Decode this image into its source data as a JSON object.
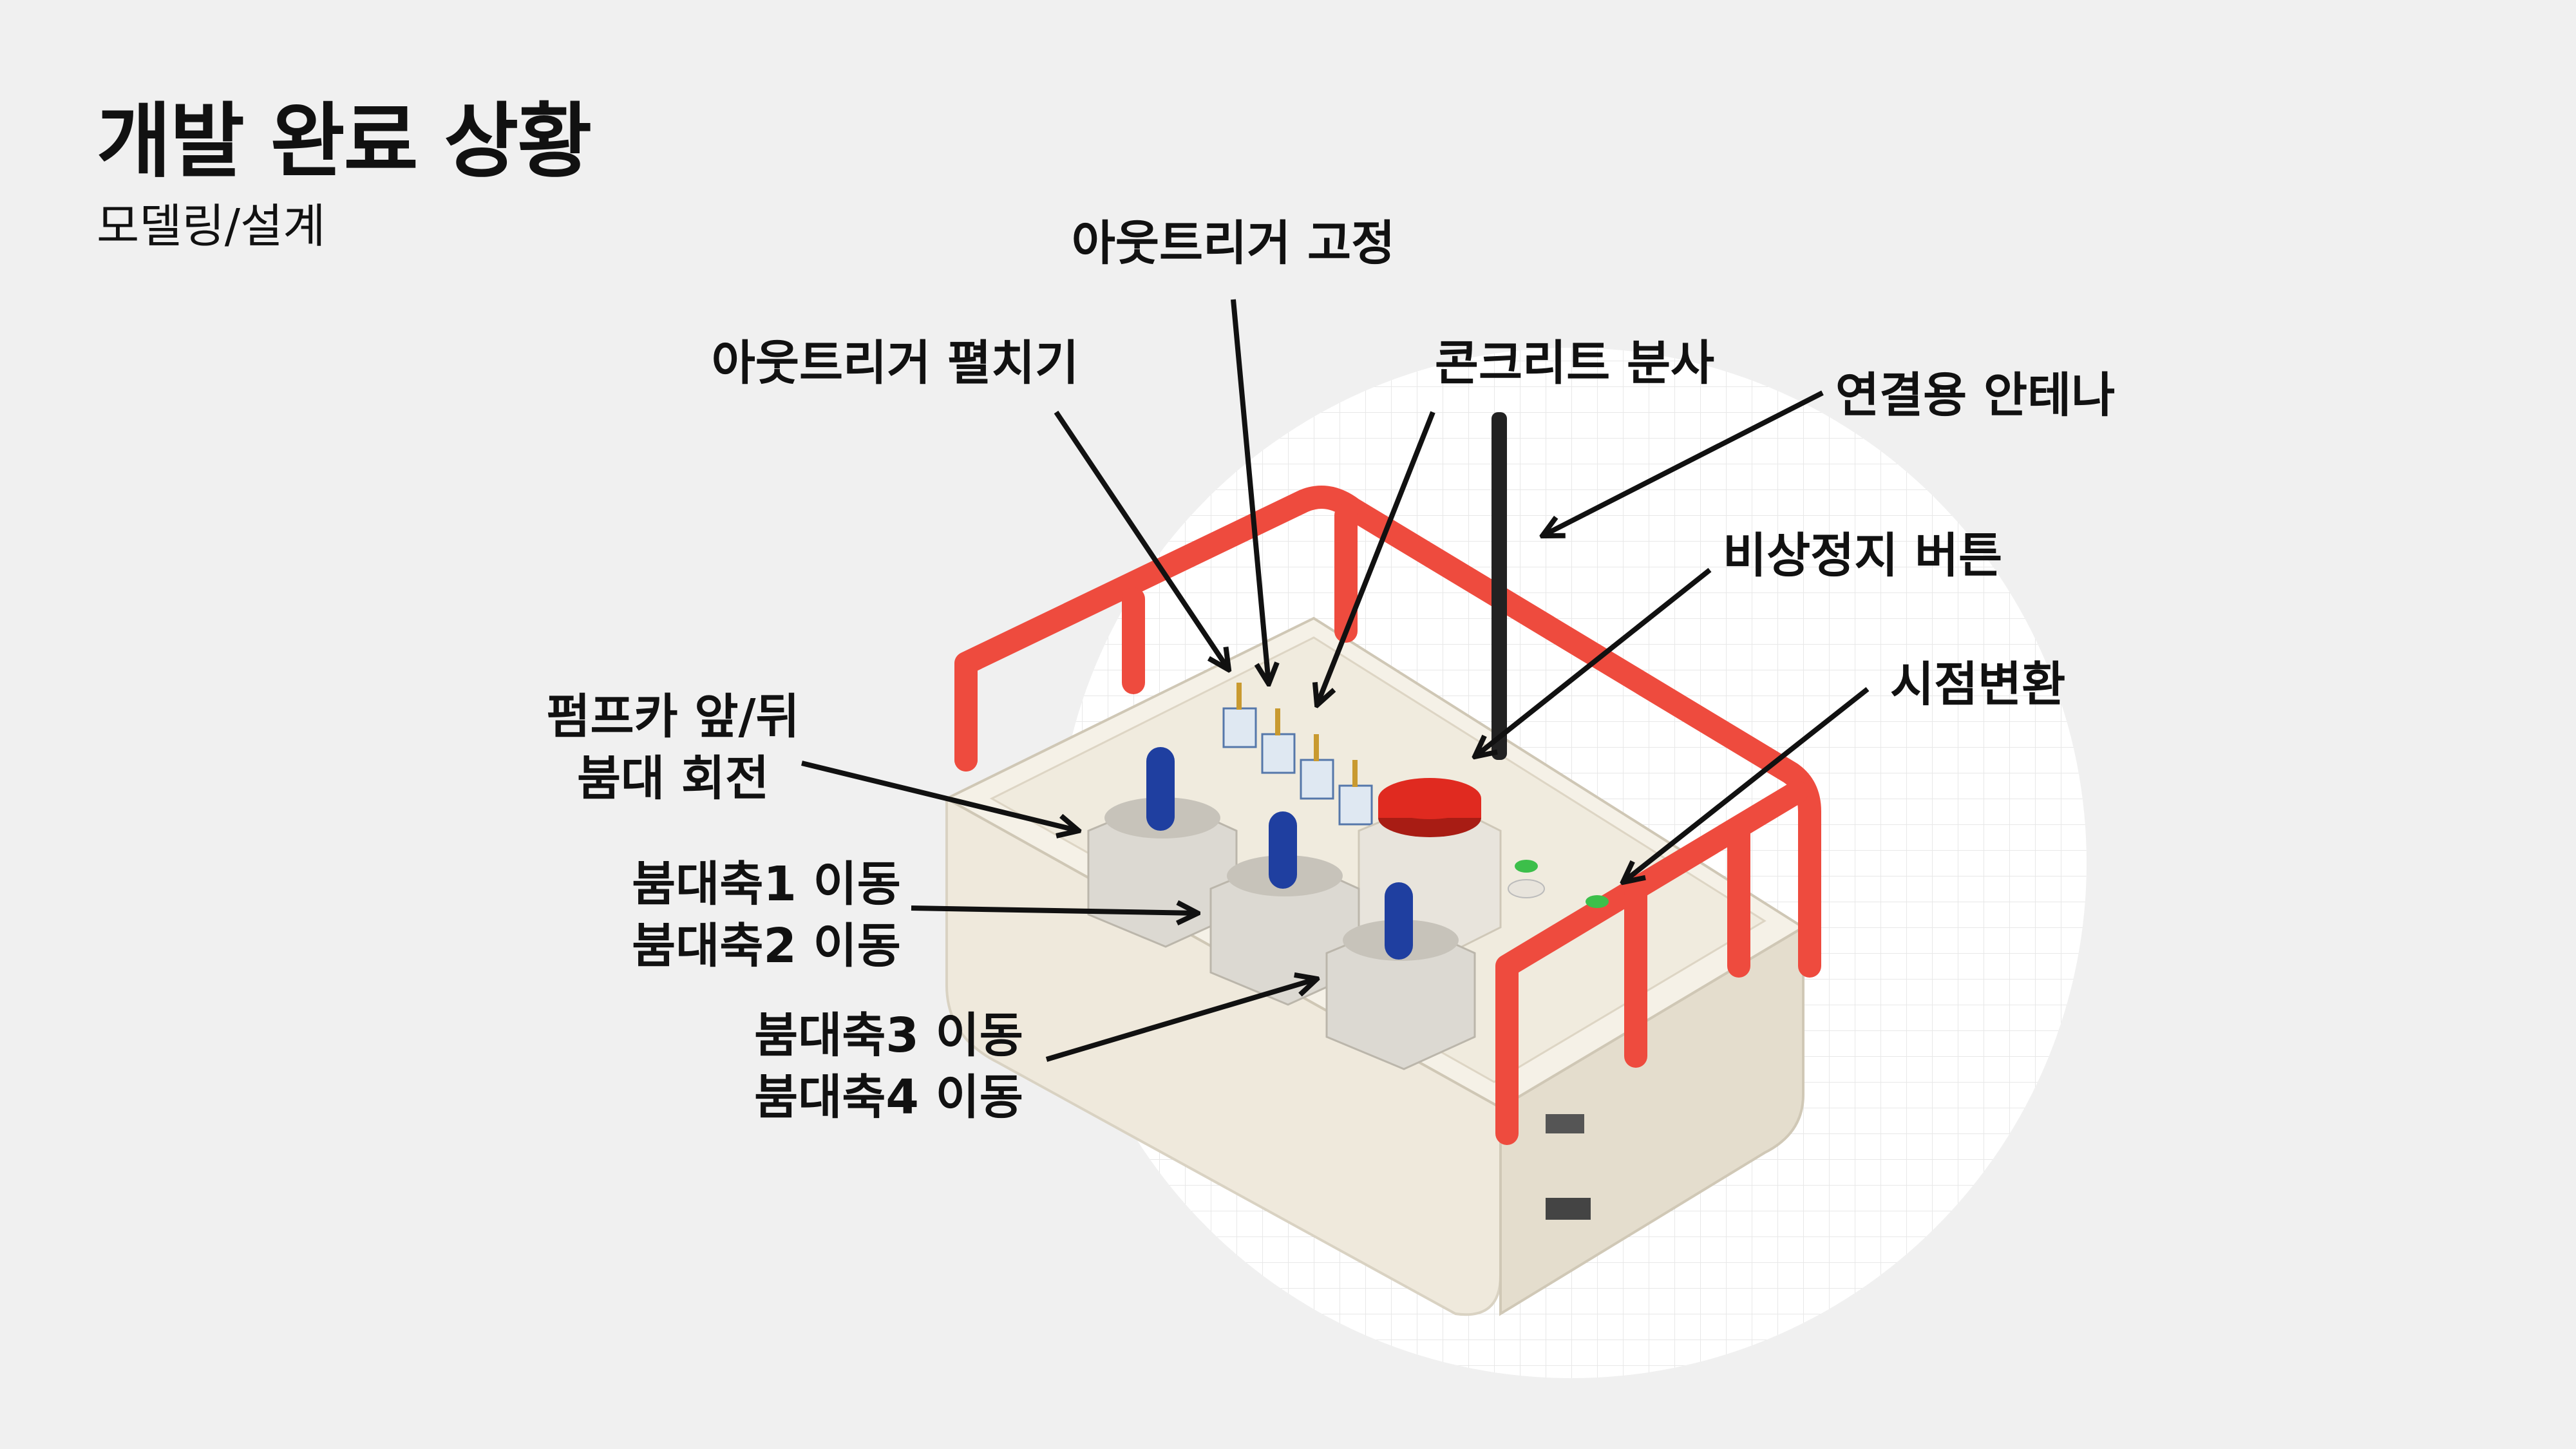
{
  "page": {
    "title": "개발 완료 상황",
    "subtitle": "모델링/설계"
  },
  "labels": {
    "outrigger_fix": "아웃트리거 고정",
    "outrigger_spread": "아웃트리거 펼치기",
    "concrete_spray": "콘크리트 분사",
    "antenna": "연결용 안테나",
    "emergency_stop": "비상정지 버튼",
    "view_change": "시점변환",
    "pump_front_back": "펌프카 앞/뒤",
    "boom_rotate": "붐대 회전",
    "boom_axis1": "붐대축1 이동",
    "boom_axis2": "붐대축2 이동",
    "boom_axis3": "붐대축3 이동",
    "boom_axis4": "붐대축4 이동"
  },
  "colors": {
    "background": "#f0f0f0",
    "body": "#efe9dc",
    "rail": "#ee4b3e",
    "joystick": "#1f3fa0",
    "estop": "#e02a20",
    "antenna": "#222222",
    "green_button": "#3cbf4a"
  }
}
